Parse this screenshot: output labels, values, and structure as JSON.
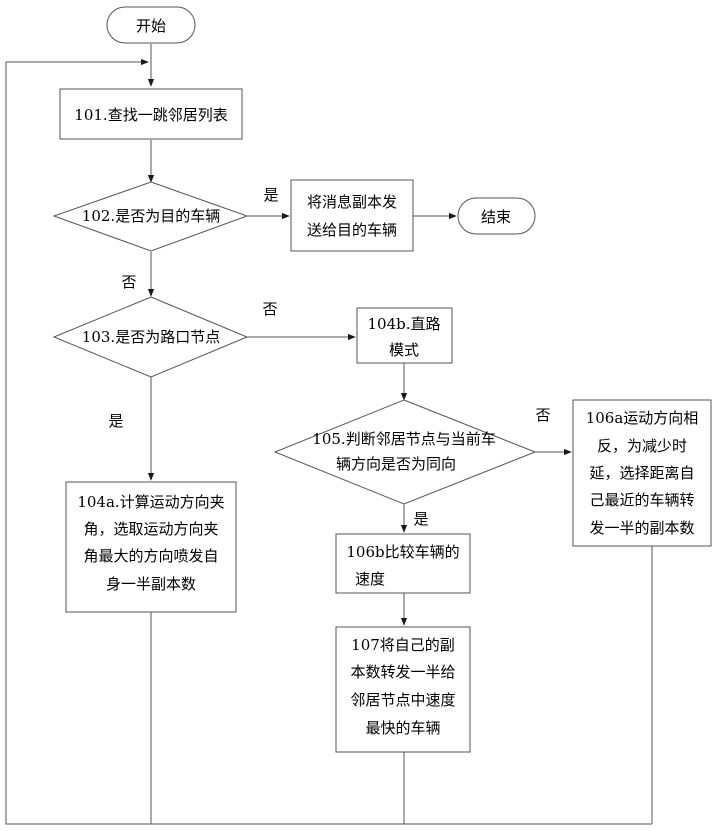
{
  "start": "开始",
  "end": "结束",
  "step101": "101.查找一跳邻居列表",
  "decision102": "102.是否为目的车辆",
  "step_send": [
    "将消息副本发",
    "送给目的车辆"
  ],
  "decision103": "103.是否为路口节点",
  "step104b": [
    "104b.直路",
    "模式"
  ],
  "decision105": [
    "105.判断邻居节点与当前车",
    "辆方向是否为同向"
  ],
  "step104a": [
    "104a.计算运动方向夹",
    "角，选取运动方向夹",
    "角最大的方向喷发自",
    "身一半副本数"
  ],
  "step106a": [
    "106a运动方向相",
    "反，为减少时",
    "延，选择距离自",
    "己最近的车辆转",
    "发一半的副本数"
  ],
  "step106b": [
    "106b比较车辆的",
    "速度"
  ],
  "step107": [
    "107将自己的副",
    "本数转发一半给",
    "邻居节点中速度",
    "最快的车辆"
  ],
  "labels": {
    "d102_yes": "是",
    "d102_no": "否",
    "d103_no": "否",
    "d103_yes": "是",
    "d105_no": "否",
    "d105_yes": "是"
  }
}
